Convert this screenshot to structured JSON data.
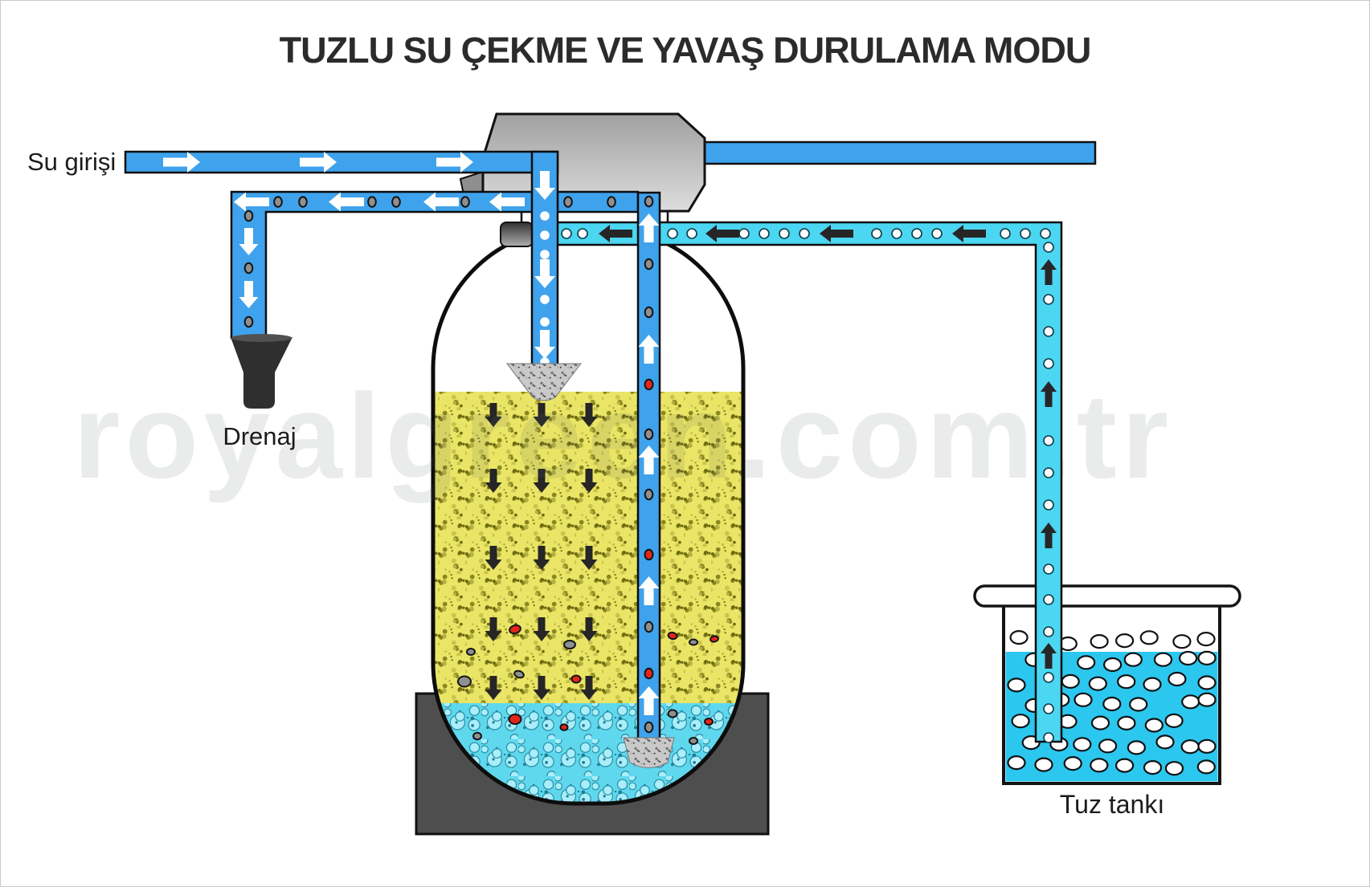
{
  "title": "TUZLU SU ÇEKME VE YAVAŞ DURULAMA MODU",
  "watermark": "royalgreen.com.tr",
  "labels": {
    "water_inlet": "Su girişi",
    "drain": "Drenaj",
    "salt_tank": "Tuz tankı"
  },
  "colors": {
    "pipe_blue": "#3FA2EC",
    "brine_cyan": "#4BD6F2",
    "salt_water": "#2BC7EF",
    "tank_water": "#5FD8EE",
    "resin_yellow": "#EAE566",
    "valve_gray": "#C2C2C2",
    "base_gray": "#4E4E4E",
    "funnel_dark": "#2F2F2F",
    "arrow_white": "#FFFFFF",
    "arrow_black": "#262626",
    "particle_red": "#E3261C",
    "particle_gray": "#8F8F8F",
    "title_color": "#2B2B2B",
    "watermark_gray": "#5A6464"
  },
  "icons": {
    "inlet_flow": "white-right-arrow-icon",
    "drain_flow": "white-left-arrow-icon",
    "downflow": "white-down-arrow-icon",
    "upflow": "white-up-arrow-icon",
    "brine_flow": "black-left-arrow-icon",
    "brine_upflow": "black-up-arrow-icon",
    "resin_percolation": "black-down-arrow-icon"
  }
}
